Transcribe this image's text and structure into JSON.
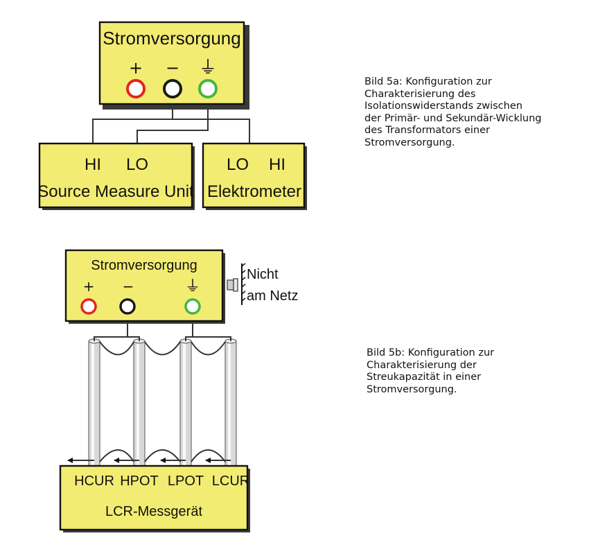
{
  "figure_a": {
    "power_supply": {
      "title": "Stromversorgung",
      "plus": "+",
      "minus": "−",
      "ground": "⏚"
    },
    "smu": {
      "hi": "HI",
      "lo": "LO",
      "name": "Source Measure Unit"
    },
    "electrometer": {
      "lo": "LO",
      "hi": "HI",
      "name": "Elektrometer"
    },
    "caption": [
      "Bild 5a: Konfiguration zur",
      "Charakterisierung des",
      "Isolationswiderstands zwischen",
      "der Primär- und Sekundär-Wicklung",
      "des Transformators einer",
      "Stromversorgung."
    ]
  },
  "figure_b": {
    "power_supply": {
      "title": "Stromversorgung",
      "plus": "+",
      "minus": "−",
      "ground": "⏚"
    },
    "plug_note": [
      "Nicht",
      "am Netz"
    ],
    "lcr": {
      "terminals": [
        "HCUR",
        "HPOT",
        "LPOT",
        "LCUR"
      ],
      "name": "LCR-Messgerät"
    },
    "caption": [
      "Bild 5b: Konfiguration zur",
      "Charakterisierung der",
      "Streukapazität in einer",
      "Stromversorgung."
    ]
  },
  "colors": {
    "box_fill": "#f3ec72",
    "terminal_plus": "#e0261e",
    "terminal_minus": "#1a1a1a",
    "terminal_ground": "#45b640"
  }
}
